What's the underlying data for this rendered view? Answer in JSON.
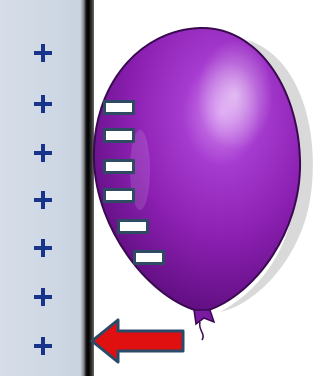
{
  "icons": {
    "plus": "plus-icon",
    "arrow": "left-arrow-icon",
    "balloon": "balloon-icon",
    "dash": "dash-marker"
  },
  "colors": {
    "panel_background": "#d0d9e5",
    "plus_color": "#17348a",
    "balloon_fill": "#8a1fb0",
    "arrow_fill": "#e01010",
    "arrow_outline": "#2a4a6a",
    "dash_outline": "#2f4a63"
  },
  "counts": {
    "plus_signs": 7,
    "dash_markers": 6
  }
}
